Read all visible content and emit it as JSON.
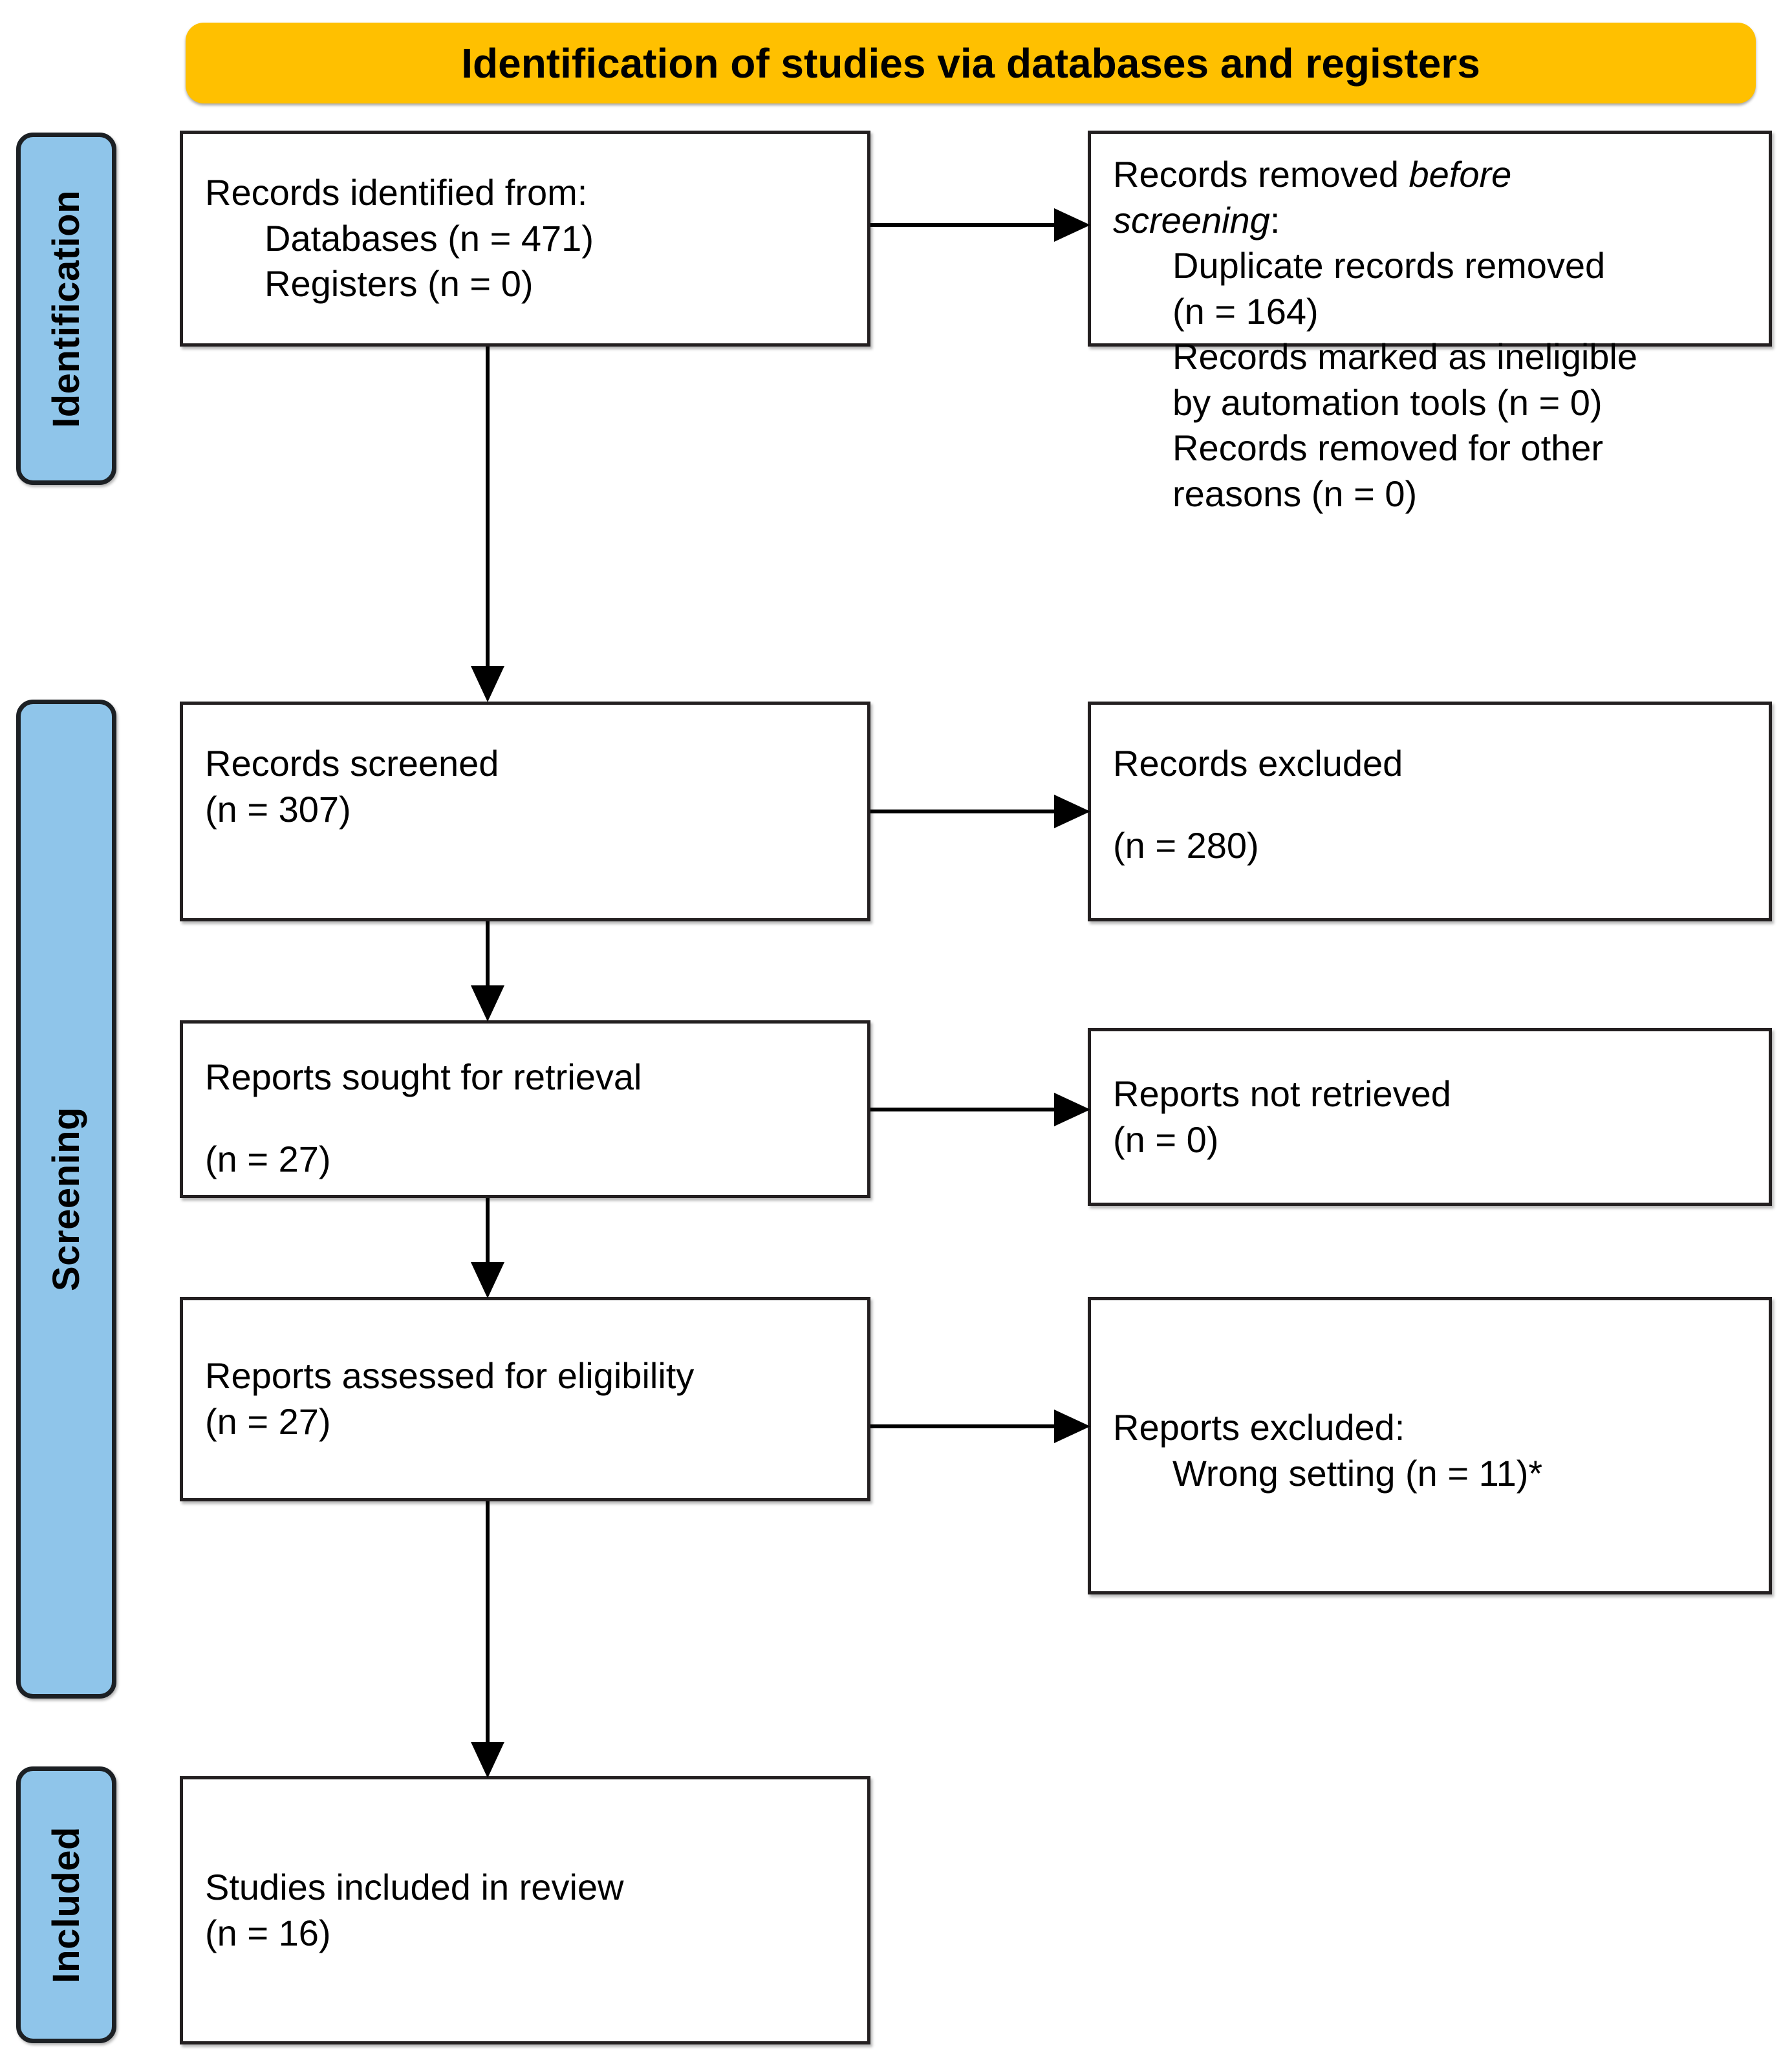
{
  "banner": {
    "title": "Identification of studies via databases and registers",
    "background_color": "#FFC000",
    "text_color": "#000000"
  },
  "stages": {
    "identification": "Identification",
    "screening": "Screening",
    "included": "Included",
    "background_color": "#8FC5EA",
    "border_color": "#1C2024"
  },
  "boxes": {
    "identified": {
      "line1": "Records identified from:",
      "line2": "Databases (n = 471)",
      "line3": "Registers (n = 0)"
    },
    "removed": {
      "line1_prefix": "Records removed ",
      "line1_italic": "before",
      "line2_italic": "screening",
      "line2_suffix": ":",
      "line3": "Duplicate records removed",
      "line4": "(n = 164)",
      "line5": "Records marked as ineligible",
      "line6": "by automation tools (n = 0)",
      "line7": "Records removed for other",
      "line8": "reasons (n = 0)"
    },
    "screened": {
      "line1": "Records screened",
      "line2": "(n = 307)"
    },
    "excluded": {
      "line1": "Records excluded",
      "line2": "(n = 280)"
    },
    "sought": {
      "line1": "Reports sought for retrieval",
      "line2": "(n = 27)"
    },
    "not_retrieved": {
      "line1": "Reports not retrieved",
      "line2": "(n = 0)"
    },
    "assessed": {
      "line1": "Reports assessed for eligibility",
      "line2": "(n = 27)"
    },
    "reports_excluded": {
      "line1": "Reports excluded:",
      "line2": "Wrong setting (n = 11)*"
    },
    "included": {
      "line1": "Studies included in review",
      "line2": "(n = 16)"
    }
  },
  "chart_data": {
    "type": "diagram",
    "title": "Identification of studies via databases and registers",
    "nodes": [
      {
        "id": "identified",
        "stage": "Identification",
        "column": "left",
        "label": "Records identified from: Databases (n = 471); Registers (n = 0)",
        "n_databases": 471,
        "n_registers": 0
      },
      {
        "id": "removed",
        "stage": "Identification",
        "column": "right",
        "label": "Records removed before screening",
        "n_duplicates": 164,
        "n_automation": 0,
        "n_other": 0
      },
      {
        "id": "screened",
        "stage": "Screening",
        "column": "left",
        "label": "Records screened",
        "n": 307
      },
      {
        "id": "excluded",
        "stage": "Screening",
        "column": "right",
        "label": "Records excluded",
        "n": 280
      },
      {
        "id": "sought",
        "stage": "Screening",
        "column": "left",
        "label": "Reports sought for retrieval",
        "n": 27
      },
      {
        "id": "not_retrieved",
        "stage": "Screening",
        "column": "right",
        "label": "Reports not retrieved",
        "n": 0
      },
      {
        "id": "assessed",
        "stage": "Screening",
        "column": "left",
        "label": "Reports assessed for eligibility",
        "n": 27
      },
      {
        "id": "reports_excluded",
        "stage": "Screening",
        "column": "right",
        "label": "Reports excluded: Wrong setting",
        "n_wrong_setting": 11
      },
      {
        "id": "included",
        "stage": "Included",
        "column": "left",
        "label": "Studies included in review",
        "n": 16
      }
    ],
    "edges": [
      {
        "from": "identified",
        "to": "removed",
        "direction": "right"
      },
      {
        "from": "identified",
        "to": "screened",
        "direction": "down"
      },
      {
        "from": "screened",
        "to": "excluded",
        "direction": "right"
      },
      {
        "from": "screened",
        "to": "sought",
        "direction": "down"
      },
      {
        "from": "sought",
        "to": "not_retrieved",
        "direction": "right"
      },
      {
        "from": "sought",
        "to": "assessed",
        "direction": "down"
      },
      {
        "from": "assessed",
        "to": "reports_excluded",
        "direction": "right"
      },
      {
        "from": "assessed",
        "to": "included",
        "direction": "down"
      }
    ]
  }
}
